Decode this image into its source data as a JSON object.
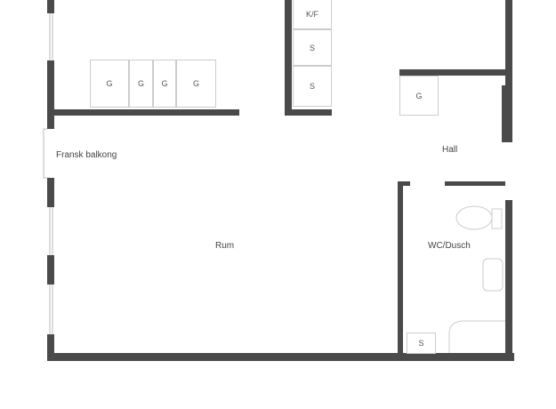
{
  "rooms": {
    "balcony": "Fransk balkong",
    "hall": "Hall",
    "room": "Rum",
    "bath": "WC/Dusch"
  },
  "fixtures": {
    "wardrobes": [
      "G",
      "G",
      "G",
      "G"
    ],
    "kitchen": [
      "K/F",
      "S",
      "S"
    ],
    "hall_wardrobe": "G",
    "bath_cabinet": "S"
  },
  "colors": {
    "wall": "#4a4a4a",
    "fixture_line": "#c8c8c8"
  }
}
